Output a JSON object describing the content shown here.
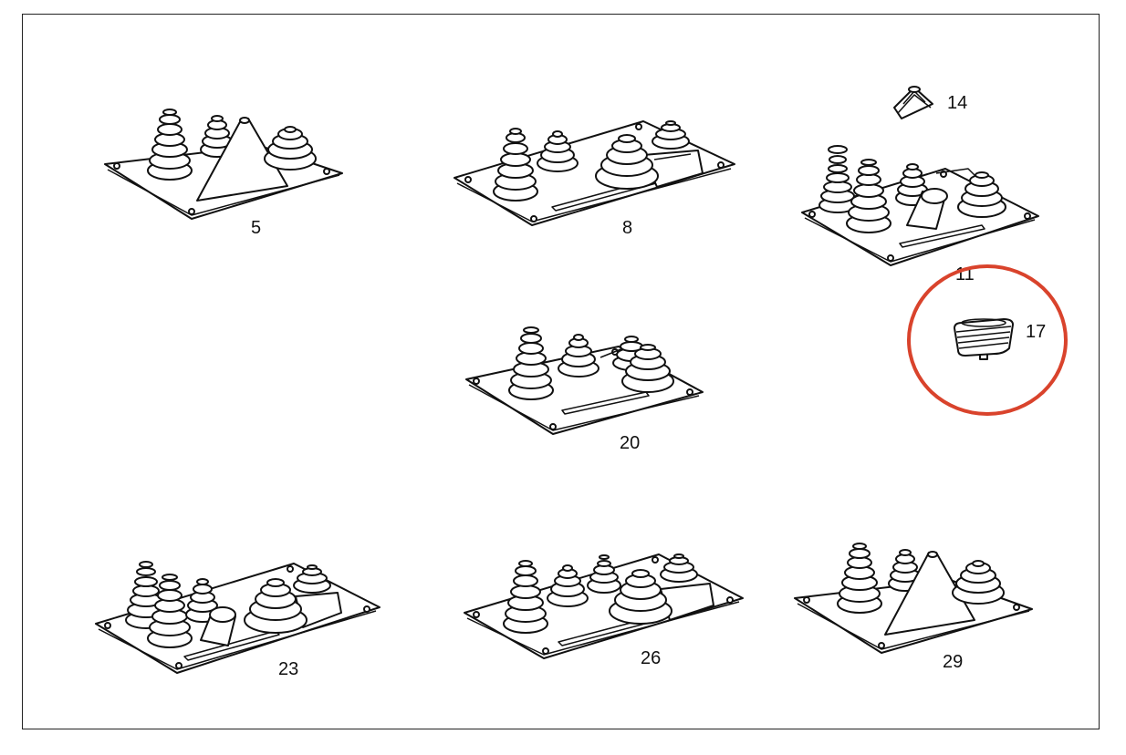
{
  "diagram": {
    "highlight_color": "#d9432c",
    "line_color": "#111111",
    "parts": [
      {
        "label": "5",
        "variant": "plate-tower-cone"
      },
      {
        "label": "8",
        "variant": "plate-two-towers-boot-slot"
      },
      {
        "label": "11",
        "variant": "plate-four-towers-wedge-slot"
      },
      {
        "label": "14",
        "variant": "small-triangular-boot"
      },
      {
        "label": "17",
        "variant": "oval-grommet",
        "highlighted": true
      },
      {
        "label": "20",
        "variant": "plate-tower-slot-double-boot"
      },
      {
        "label": "23",
        "variant": "plate-four-towers-wedge-boot-slot"
      },
      {
        "label": "26",
        "variant": "plate-three-towers-boot-slot"
      },
      {
        "label": "29",
        "variant": "plate-tower-cone"
      }
    ]
  }
}
